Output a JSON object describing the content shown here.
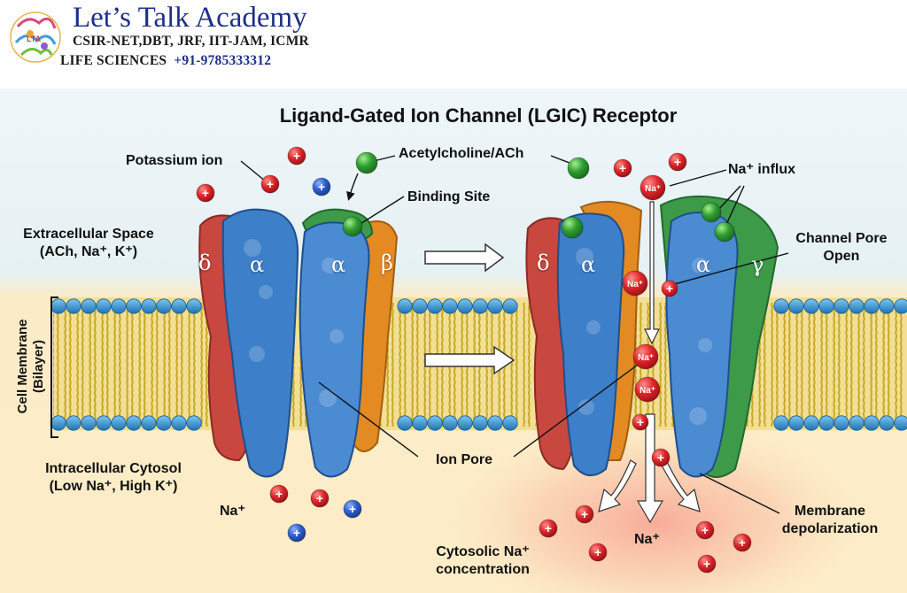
{
  "brand": {
    "name": "Let’s Talk Academy",
    "tagline": "CSIR-NET,DBT, JRF, IIT-JAM, ICMR",
    "subject": "LIFE SCIENCES",
    "phone": "+91-9785333312"
  },
  "diagram": {
    "title": "Ligand-Gated Ion Channel (LGIC) Receptor",
    "labels": {
      "potassium_ion": "Potassium ion",
      "acetylcholine": "Acetylcholine/ACh",
      "binding_site": "Binding Site",
      "na_influx": "Na⁺ influx",
      "extracellular": "Extracellular Space",
      "extracellular_contents": "(ACh, Na⁺, K⁺)",
      "channel_pore_open_1": "Channel Pore",
      "channel_pore_open_2": "Open",
      "cell_membrane_1": "Cell Membrane",
      "cell_membrane_2": "(Bilayer)",
      "intracellular": "Intracellular Cytosol",
      "intracellular_contents": "(Low Na⁺, High K⁺)",
      "ion_pore": "Ion Pore",
      "na_left": "Na⁺",
      "na_center": "Na⁺",
      "cytosolic_na_1": "Cytosolic Na⁺",
      "cytosolic_na_2": "concentration",
      "membrane_depol_1": "Membrane",
      "membrane_depol_2": "depolarization"
    },
    "closed_subunits": {
      "delta": "δ",
      "alpha1": "α",
      "alpha2": "α",
      "beta": "β"
    },
    "open_subunits": {
      "delta": "δ",
      "alpha1": "α",
      "alpha2": "α",
      "gamma": "γ"
    },
    "ion_text": {
      "na": "Na⁺",
      "plus": "+"
    },
    "colors": {
      "extracellular_bg": "#eaf4f7",
      "cytosol_bg": "#fbe9c4",
      "lipid_head": "#2b8ec9",
      "lipid_tail": "#d9c64a",
      "alpha_subunit": "#3d7fc8",
      "delta_subunit": "#c8473f",
      "beta_subunit": "#e38a23",
      "gamma_subunit": "#3d9a48",
      "sodium_ion": "#d8282c",
      "potassium_ion": "#2d5cc9",
      "acetylcholine": "#27932f",
      "brand_blue": "#1d2f8c"
    }
  }
}
